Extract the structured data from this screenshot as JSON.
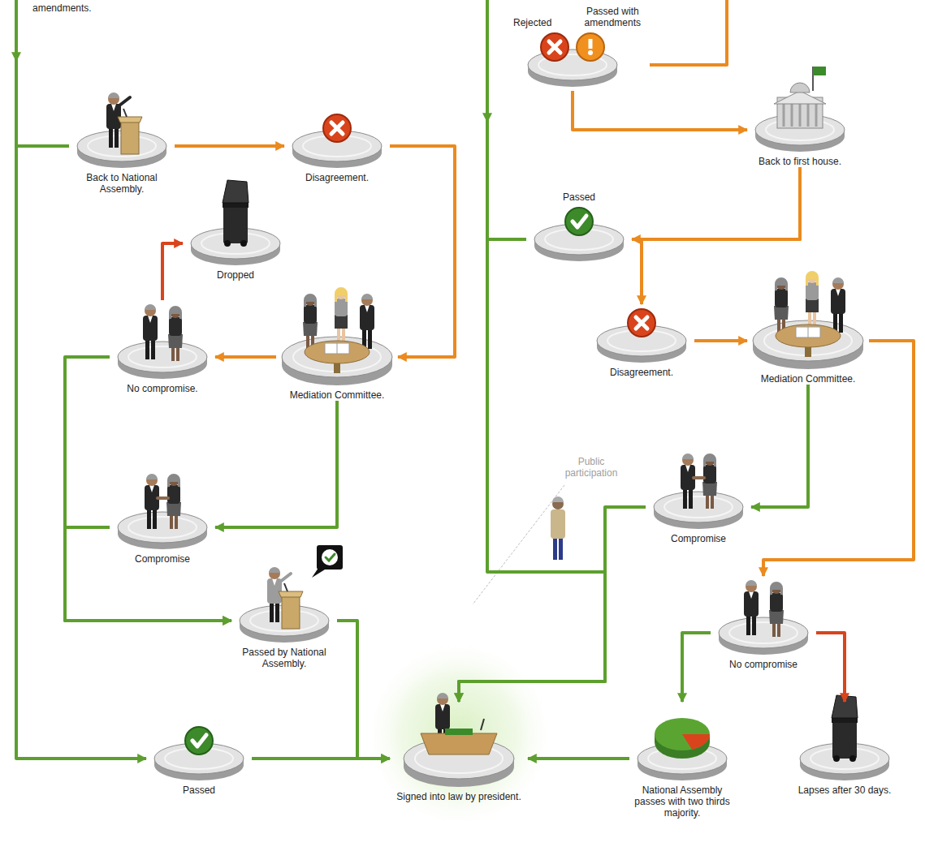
{
  "diagram": {
    "nodes": [
      {
        "text": [
          "Rejected",
          "Passed with amendments"
        ]
      },
      {
        "text": [
          "Back to National Assembly."
        ]
      },
      {
        "text": [
          "Disagreement."
        ]
      },
      {
        "text": [
          "Back to first house."
        ]
      },
      {
        "text": [
          "Dropped"
        ]
      },
      {
        "text": [
          "Passed"
        ]
      },
      {
        "text": [
          "No compromise."
        ]
      },
      {
        "text": [
          "Mediation Committee."
        ]
      },
      {
        "text": [
          "Disagreement."
        ]
      },
      {
        "text": [
          "Mediation Committee."
        ]
      },
      {
        "text": [
          "Compromise"
        ]
      },
      {
        "text": [
          "Compromise"
        ]
      },
      {
        "text": [
          "Passed by National Assembly."
        ]
      },
      {
        "text": [
          "No compromise"
        ]
      },
      {
        "text": [
          "Passed"
        ]
      },
      {
        "text": [
          "Signed into law by president."
        ]
      },
      {
        "text": [
          "National Assembly passes with two thirds majority."
        ]
      },
      {
        "text": [
          "Lapses after 30 days."
        ]
      }
    ],
    "edges": [
      {
        "from": 0,
        "to": 3,
        "arrow": "to"
      },
      {
        "from": 1,
        "to": 2,
        "arrow": "to"
      },
      {
        "from": 1,
        "to": 14,
        "arrow": "to"
      },
      {
        "from": 2,
        "to": 7,
        "arrow": "to"
      },
      {
        "from": 3,
        "to": 5,
        "arrow": "to"
      },
      {
        "from": 3,
        "to": 8,
        "arrow": "to"
      },
      {
        "from": 6,
        "to": 4,
        "arrow": "to"
      },
      {
        "from": 6,
        "to": 12,
        "arrow": "to"
      },
      {
        "from": 7,
        "to": 6,
        "arrow": "to"
      },
      {
        "from": 7,
        "to": 10,
        "arrow": "to"
      },
      {
        "from": 8,
        "to": 9,
        "arrow": "to"
      },
      {
        "from": 9,
        "to": 11,
        "arrow": "to"
      },
      {
        "from": 9,
        "to": 13,
        "arrow": "to"
      },
      {
        "from": 10,
        "to": 12,
        "arrow": "to"
      },
      {
        "from": 11,
        "to": 15,
        "arrow": "to"
      },
      {
        "from": 5,
        "to": 15,
        "arrow": "to"
      },
      {
        "from": 12,
        "to": 15,
        "arrow": "to"
      },
      {
        "from": 13,
        "to": 16,
        "arrow": "to"
      },
      {
        "from": 13,
        "to": 17,
        "arrow": "to"
      },
      {
        "from": 14,
        "to": 15,
        "arrow": "to"
      },
      {
        "from": 16,
        "to": 15,
        "arrow": "to"
      }
    ],
    "labels": [
      "amendments.",
      "Public participation"
    ]
  }
}
